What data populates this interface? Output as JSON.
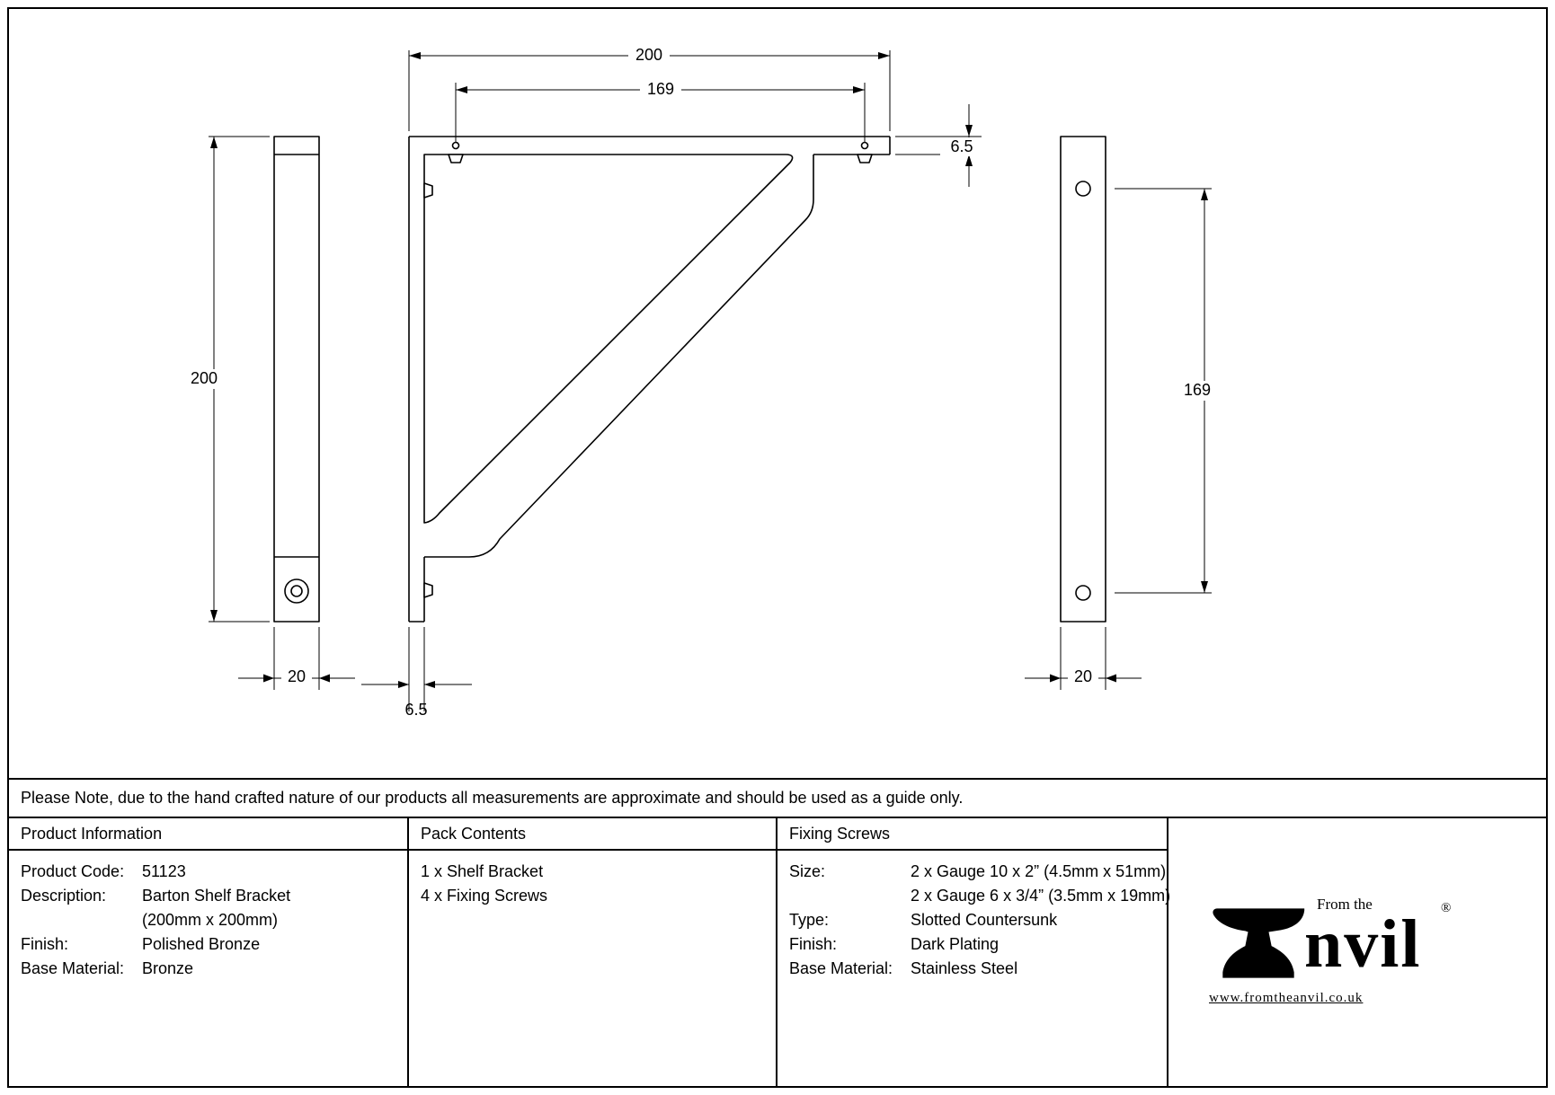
{
  "drawing": {
    "dimensions": {
      "front_width": "200",
      "front_hole_span": "169",
      "top_arm_thickness": "6.5",
      "upright_thickness": "6.5",
      "left_view_height": "200",
      "left_view_width": "20",
      "right_view_hole_span": "169",
      "right_view_width": "20"
    }
  },
  "note": "Please Note, due to the hand crafted nature of our products all measurements are approximate and should be used as a guide only.",
  "table": {
    "product_information": {
      "header": "Product Information",
      "rows": [
        {
          "label": "Product Code:",
          "value": "51123"
        },
        {
          "label": "Description:",
          "value": "Barton Shelf Bracket",
          "value_line2": "(200mm x 200mm)"
        },
        {
          "label": "Finish:",
          "value": "Polished Bronze"
        },
        {
          "label": "Base Material:",
          "value": "Bronze"
        }
      ]
    },
    "pack_contents": {
      "header": "Pack Contents",
      "items": [
        "1 x Shelf Bracket",
        "4 x Fixing Screws"
      ]
    },
    "fixing_screws": {
      "header": "Fixing Screws",
      "rows": [
        {
          "label": "Size:",
          "value": "2 x Gauge 10 x 2” (4.5mm x 51mm)"
        },
        {
          "label": "",
          "value": "2 x Gauge 6 x 3/4” (3.5mm x 19mm)"
        },
        {
          "label": "Type:",
          "value": "Slotted Countersunk"
        },
        {
          "label": "Finish:",
          "value": "Dark Plating"
        },
        {
          "label": "Base Material:",
          "value": "Stainless Steel"
        }
      ]
    },
    "logo": {
      "tagline": "From the",
      "brand_text": "nvil",
      "registered_mark": "®",
      "website": "www.fromtheanvil.co.uk"
    }
  }
}
